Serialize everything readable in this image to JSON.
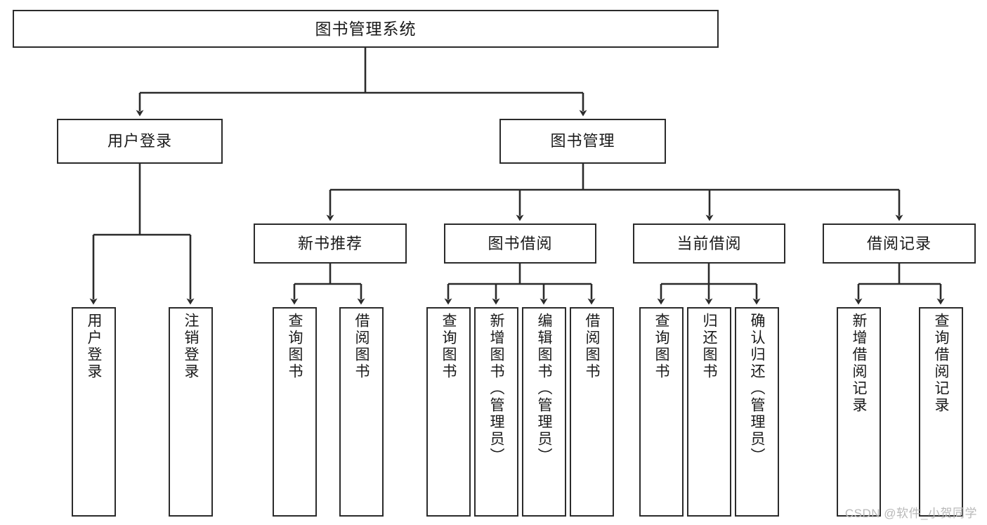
{
  "diagram": {
    "type": "tree-hierarchy-chart",
    "title": "图书管理系统",
    "watermark": "CSDN @软件_小贺同学",
    "colors": {
      "box_border": "#2b2b2b",
      "box_fill": "#ffffff",
      "connector": "#2b2b2b",
      "text": "#1a1a1a",
      "watermark": "#b9b9b9",
      "background": "#ffffff"
    },
    "levels": {
      "root": {
        "label": "图书管理系统"
      },
      "level2": [
        {
          "label": "用户登录"
        },
        {
          "label": "图书管理"
        }
      ],
      "level3": [
        {
          "label": "新书推荐"
        },
        {
          "label": "图书借阅"
        },
        {
          "label": "当前借阅"
        },
        {
          "label": "借阅记录"
        }
      ],
      "leaves": [
        {
          "label": "用户登录",
          "parent": "用户登录"
        },
        {
          "label": "注销登录",
          "parent": "用户登录"
        },
        {
          "label": "查询图书",
          "parent": "新书推荐"
        },
        {
          "label": "借阅图书",
          "parent": "新书推荐"
        },
        {
          "label": "查询图书",
          "parent": "图书借阅"
        },
        {
          "label": "新增图书（管理员）",
          "parent": "图书借阅"
        },
        {
          "label": "编辑图书（管理员）",
          "parent": "图书借阅"
        },
        {
          "label": "借阅图书",
          "parent": "图书借阅"
        },
        {
          "label": "查询图书",
          "parent": "当前借阅"
        },
        {
          "label": "归还图书",
          "parent": "当前借阅"
        },
        {
          "label": "确认归还（管理员）",
          "parent": "当前借阅"
        },
        {
          "label": "新增借阅记录",
          "parent": "借阅记录"
        },
        {
          "label": "查询借阅记录",
          "parent": "借阅记录"
        }
      ]
    }
  }
}
